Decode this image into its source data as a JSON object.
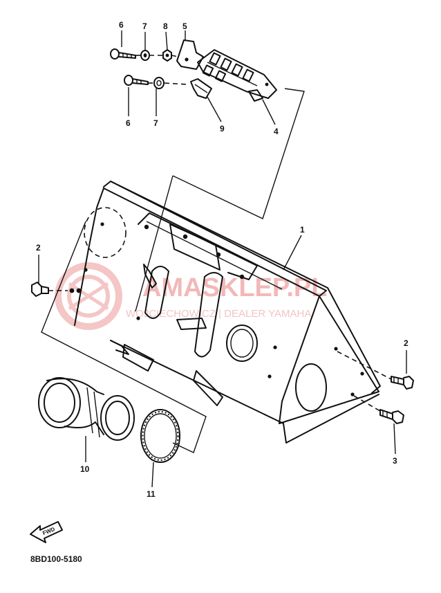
{
  "diagram_code": "8BD100-5180",
  "fwd_label": "FWD",
  "watermark": {
    "main": "AMASKLEP.PL",
    "sub": "WOJCIECHOWICZ | DEALER YAMAHA"
  },
  "callouts": {
    "part_1": "1",
    "part_2_left": "2",
    "part_2_right": "2",
    "part_3": "3",
    "part_4": "4",
    "part_5": "5",
    "part_6_top": "6",
    "part_6_bottom": "6",
    "part_7_top": "7",
    "part_7_bottom": "7",
    "part_8": "8",
    "part_9": "9",
    "part_10": "10",
    "part_11": "11"
  },
  "colors": {
    "ink": "#111111",
    "watermark": "#f2b8b8"
  }
}
